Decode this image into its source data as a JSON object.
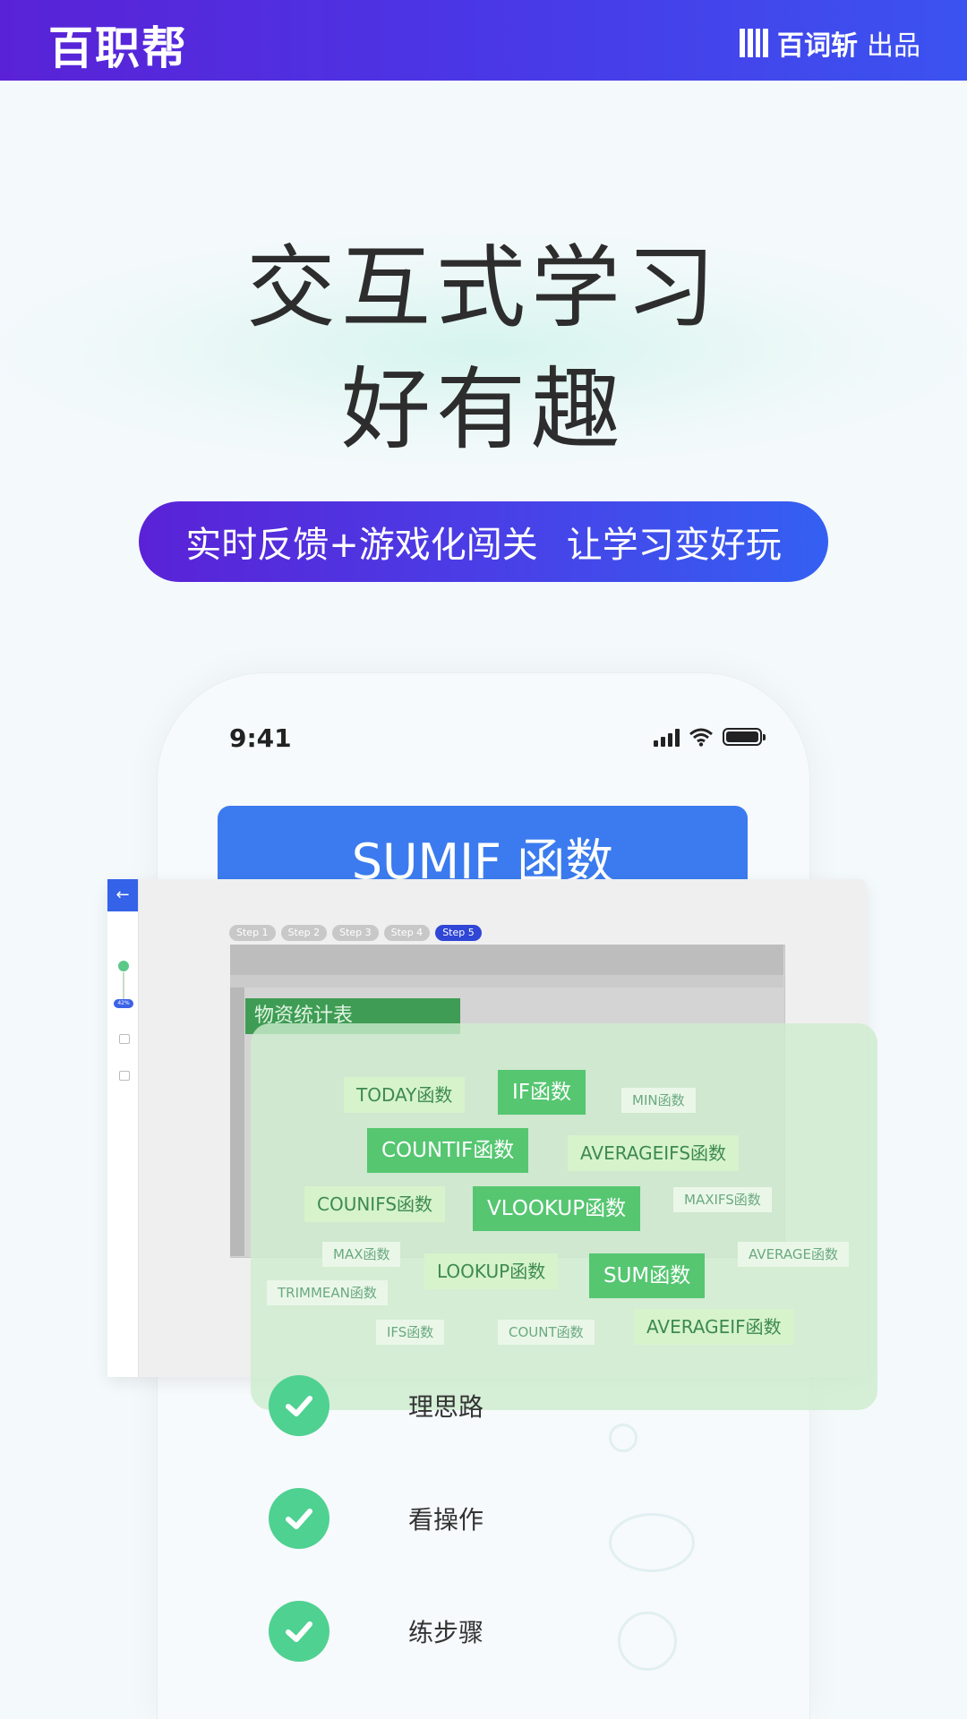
{
  "header": {
    "brand": "百职帮",
    "producer_name": "百词斩",
    "producer_suffix": "出品"
  },
  "hero": {
    "line1": "交互式学习",
    "line2": "好有趣"
  },
  "pill": {
    "part1": "实时反馈+游戏化闯关",
    "part2": "让学习变好玩"
  },
  "phone": {
    "time": "9:41"
  },
  "function_header": "SUMIF 函数",
  "panel": {
    "back": "←",
    "progress": "42%",
    "steps": [
      "Step 1",
      "Step 2",
      "Step 3",
      "Step 4",
      "Step 5"
    ],
    "active_step": "Step 5",
    "sheet_title": "物资统计表"
  },
  "function_tags": [
    "TODAY函数",
    "IF函数",
    "MIN函数",
    "COUNTIF函数",
    "AVERAGEIFS函数",
    "COUNIFS函数",
    "VLOOKUP函数",
    "MAXIFS函数",
    "MAX函数",
    "AVERAGE函数",
    "LOOKUP函数",
    "SUM函数",
    "TRIMMEAN函数",
    "IFS函数",
    "COUNT函数",
    "AVERAGEIF函数"
  ],
  "checklist": [
    "理思路",
    "看操作",
    "练步骤"
  ],
  "colors": {
    "accent_start": "#5a22d6",
    "accent_end": "#3b53f0",
    "check_green": "#4fd191",
    "tag_green": "#56c671"
  }
}
